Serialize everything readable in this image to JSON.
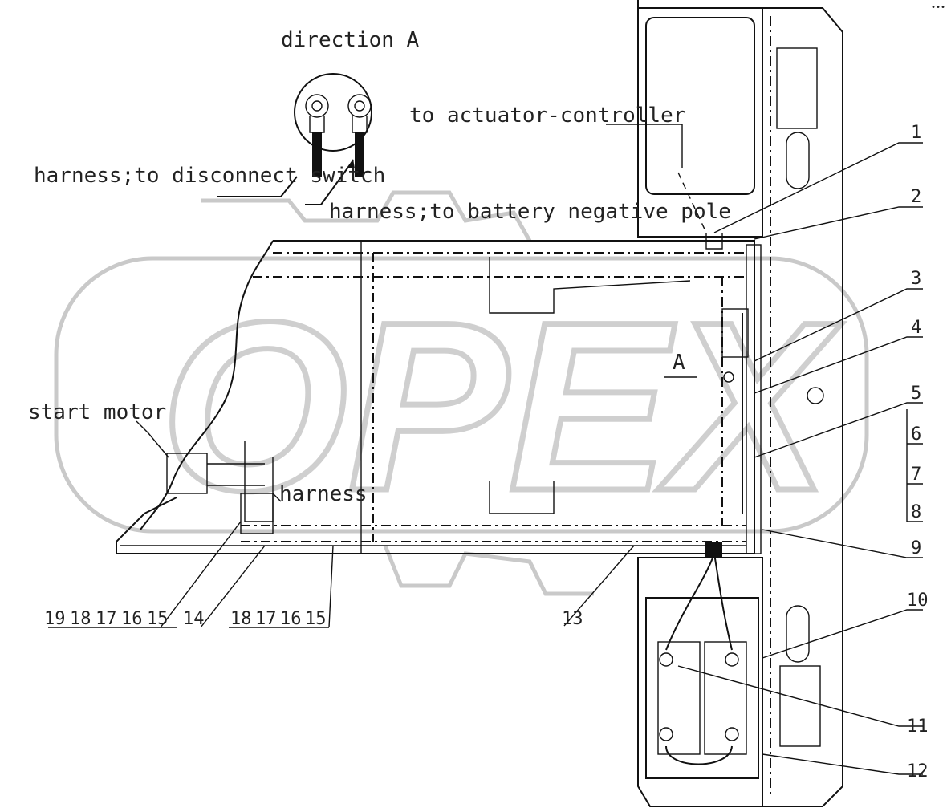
{
  "watermark": "OPEX",
  "labels": {
    "direction": "direction A",
    "actuator": "to actuator-controller",
    "disconnect": "harness;to disconnect switch",
    "battery_neg": "harness;to battery negative pole",
    "start_motor": "start motor",
    "harness": "harness",
    "view_a": "A"
  },
  "callouts_right": [
    "1",
    "2",
    "3",
    "4",
    "5",
    "6",
    "7",
    "8",
    "9",
    "10",
    "11",
    "12"
  ],
  "callouts_bottom_left": [
    "19",
    "18",
    "17",
    "16",
    "15",
    "14"
  ],
  "callouts_bottom_mid": [
    "18",
    "17",
    "16",
    "15"
  ],
  "callout_13": "13",
  "corner_mark": "•••"
}
